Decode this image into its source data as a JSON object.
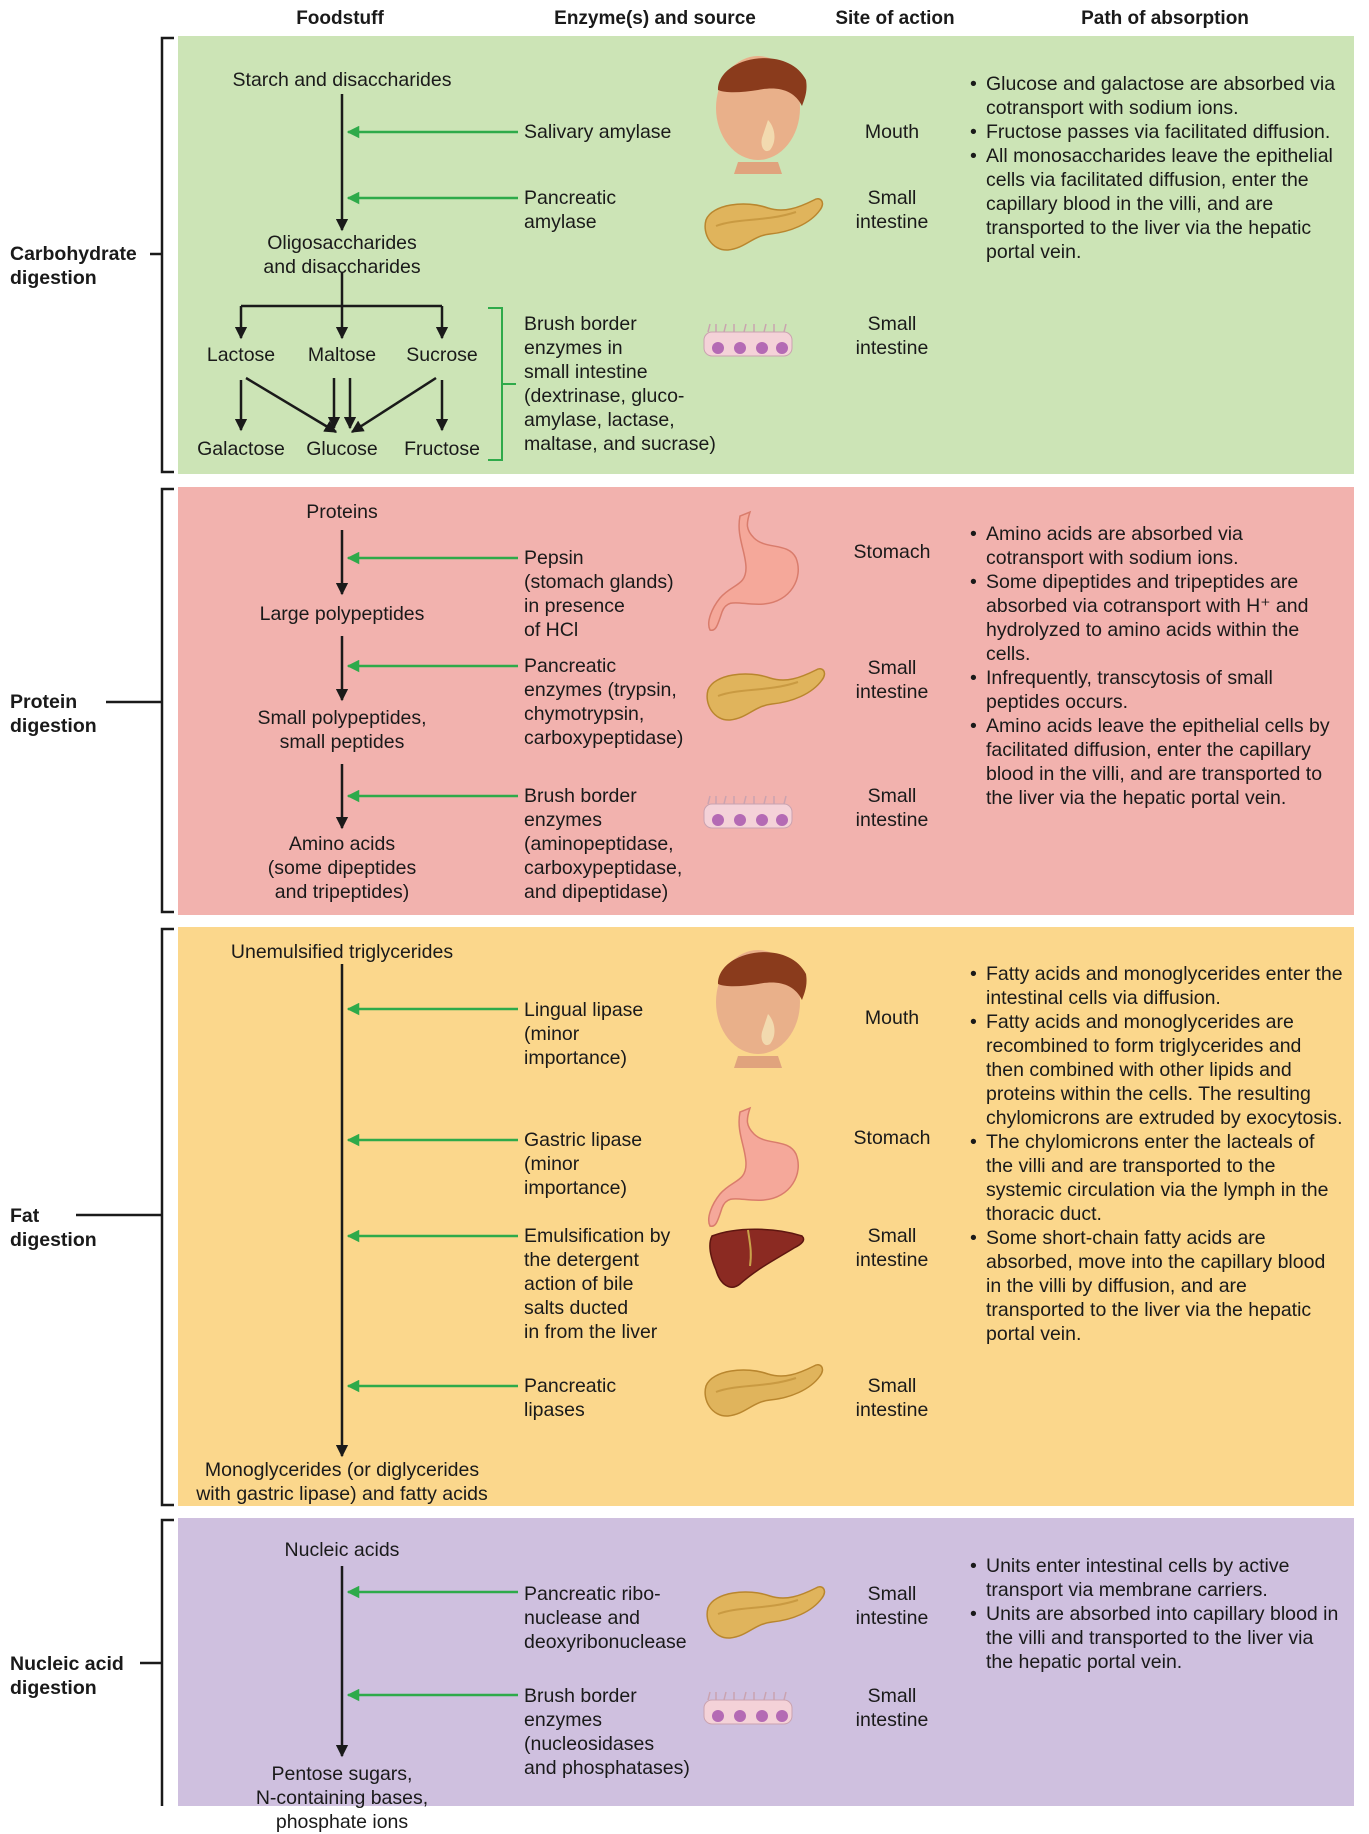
{
  "headers": {
    "foodstuff": "Foodstuff",
    "enzymes": "Enzyme(s) and source",
    "site": "Site of action",
    "absorption": "Path of absorption"
  },
  "colors": {
    "carbohydrate": "#cce4b6",
    "protein": "#f2b2ae",
    "fat": "#fbd78c",
    "nucleic": "#cfc0df",
    "arrow_green": "#2eaa4a"
  },
  "carbohydrate": {
    "side_label": "Carbohydrate\ndigestion",
    "foods": {
      "starch": "Starch and disaccharides",
      "oligo": "Oligosaccharides\nand disaccharides",
      "lactose": "Lactose",
      "maltose": "Maltose",
      "sucrose": "Sucrose",
      "galactose": "Galactose",
      "glucose": "Glucose",
      "fructose": "Fructose"
    },
    "enzymes": [
      "Salivary amylase",
      "Pancreatic\namylase",
      "Brush border\nenzymes in\nsmall intestine\n(dextrinase, gluco-\namylase, lactase,\nmaltase, and sucrase)"
    ],
    "sites": [
      "Mouth",
      "Small\nintestine",
      "Small\nintestine"
    ],
    "absorption": [
      "Glucose and galactose are absorbed via cotransport with sodium ions.",
      "Fructose passes via facilitated diffusion.",
      "All monosaccharides leave the epithelial cells via facilitated diffusion, enter the capillary blood in the villi, and are transported to the liver via the hepatic portal vein."
    ]
  },
  "protein": {
    "side_label": "Protein\ndigestion",
    "foods": [
      "Proteins",
      "Large polypeptides",
      "Small polypeptides,\nsmall peptides",
      "Amino acids\n(some dipeptides\nand tripeptides)"
    ],
    "enzymes": [
      "Pepsin\n(stomach glands)\nin presence\nof HCl",
      "Pancreatic\nenzymes (trypsin,\nchymotrypsin,\ncarboxypeptidase)",
      "Brush border\nenzymes\n(aminopeptidase,\ncarboxypeptidase,\nand dipeptidase)"
    ],
    "sites": [
      "Stomach",
      "Small\nintestine",
      "Small\nintestine"
    ],
    "absorption": [
      "Amino acids are absorbed via cotransport with sodium ions.",
      "Some dipeptides and tripeptides are absorbed via cotransport with H⁺ and hydrolyzed to amino acids within the cells.",
      "Infrequently, transcytosis of small peptides occurs.",
      "Amino acids leave the epithelial cells by facilitated diffusion, enter the capillary blood in the villi, and are transported to the liver via the hepatic portal vein."
    ]
  },
  "fat": {
    "side_label": "Fat\ndigestion",
    "foods": [
      "Unemulsified triglycerides",
      "Monoglycerides (or diglycerides\nwith gastric lipase) and fatty acids"
    ],
    "enzymes": [
      "Lingual lipase\n(minor\nimportance)",
      "Gastric lipase\n(minor\nimportance)",
      "Emulsification by\nthe detergent\naction of bile\nsalts ducted\nin from the liver",
      "Pancreatic\nlipases"
    ],
    "sites": [
      "Mouth",
      "Stomach",
      "Small\nintestine",
      "Small\nintestine"
    ],
    "absorption": [
      "Fatty acids and monoglycerides enter the intestinal cells via diffusion.",
      "Fatty acids and monoglycerides are recombined to form triglycerides and then combined with other lipids and proteins within the cells. The resulting chylomicrons are extruded by exocytosis.",
      "The chylomicrons enter the lacteals of the villi and are transported to the systemic circulation via the lymph in the thoracic duct.",
      "Some short-chain fatty acids are absorbed, move into the capillary blood in the villi by diffusion, and are transported to the liver via the hepatic portal vein."
    ]
  },
  "nucleic": {
    "side_label": "Nucleic acid\ndigestion",
    "foods": [
      "Nucleic acids",
      "Pentose sugars,\nN-containing bases,\nphosphate ions"
    ],
    "enzymes": [
      "Pancreatic ribo-\nnuclease and\ndeoxyribonuclease",
      "Brush border\nenzymes\n(nucleosidases\nand phosphatases)"
    ],
    "sites": [
      "Small\nintestine",
      "Small\nintestine"
    ],
    "absorption": [
      "Units enter intestinal cells by active transport via membrane carriers.",
      "Units are absorbed into capillary blood in the villi and transported to the liver via the hepatic portal vein."
    ]
  }
}
